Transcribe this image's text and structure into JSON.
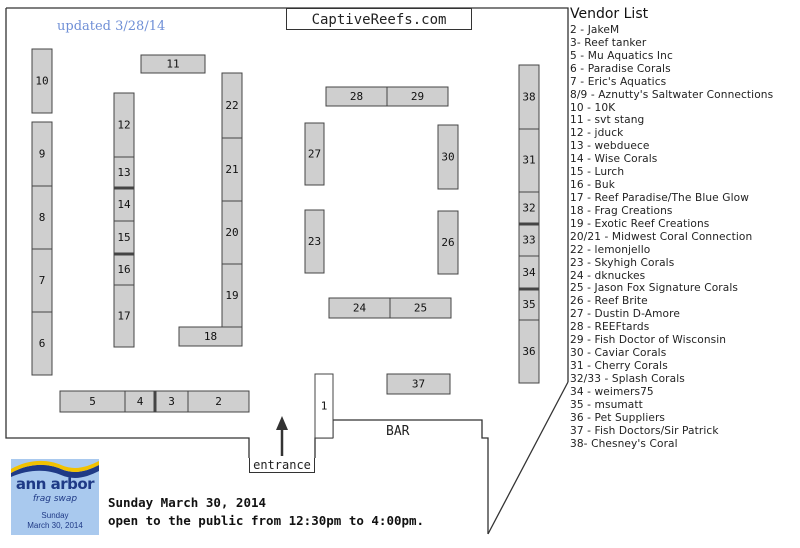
{
  "updated_text": "updated 3/28/14",
  "site_name": "CaptiveReefs.com",
  "bar_label": "BAR",
  "entrance_label": "entrance",
  "logo": {
    "line1": "ann arbor",
    "line2": "frag swap",
    "line3": "Sunday",
    "line4": "March 30, 2014",
    "colors": {
      "background": "#a9c9ee",
      "wave_yellow": "#f2c200",
      "wave_blue": "#1f3a86"
    }
  },
  "event": {
    "date_line": "Sunday March 30, 2014",
    "hours_line": "open to the public from 12:30pm to 4:00pm."
  },
  "vendor_list": {
    "title": "Vendor List",
    "items": [
      "2 - JakeM",
      "3- Reef tanker",
      "5 - Mu Aquatics Inc",
      "6 - Paradise Corals",
      "7 - Eric's Aquatics",
      "8/9 - Aznutty's Saltwater Connections",
      "10 - 10K",
      "11 - svt stang",
      "12 - jduck",
      "13 - webduece",
      "14 - Wise Corals",
      "15 - Lurch",
      "16 - Buk",
      "17 - Reef Paradise/The Blue Glow",
      "18 - Frag Creations",
      "19 - Exotic Reef Creations",
      "20/21 - Midwest Coral Connection",
      "22 - lemonjello",
      "23 - Skyhigh Corals",
      "24 - dknuckes",
      "25 - Jason Fox Signature Corals",
      "26 - Reef Brite",
      "27 - Dustin D-Amore",
      "28 - REEFtards",
      "29 - Fish Doctor of Wisconsin",
      "30 - Caviar Corals",
      "31 - Cherry Corals",
      "32/33 - Splash Corals",
      "34 - weimers75",
      "35 - msumatt",
      "36 - Pet Suppliers",
      "37 - Fish Doctors/Sir Patrick",
      "38- Chesney's Coral"
    ]
  },
  "tables": [
    "1",
    "2",
    "3",
    "4",
    "5",
    "6",
    "7",
    "8",
    "9",
    "10",
    "11",
    "12",
    "13",
    "14",
    "15",
    "16",
    "17",
    "18",
    "19",
    "20",
    "21",
    "22",
    "23",
    "24",
    "25",
    "26",
    "27",
    "28",
    "29",
    "30",
    "31",
    "32",
    "33",
    "34",
    "35",
    "36",
    "37",
    "38"
  ],
  "colors": {
    "table_fill": "#cfcfcf",
    "table_stroke": "#444444",
    "updated_text": "#6f8fd6"
  }
}
